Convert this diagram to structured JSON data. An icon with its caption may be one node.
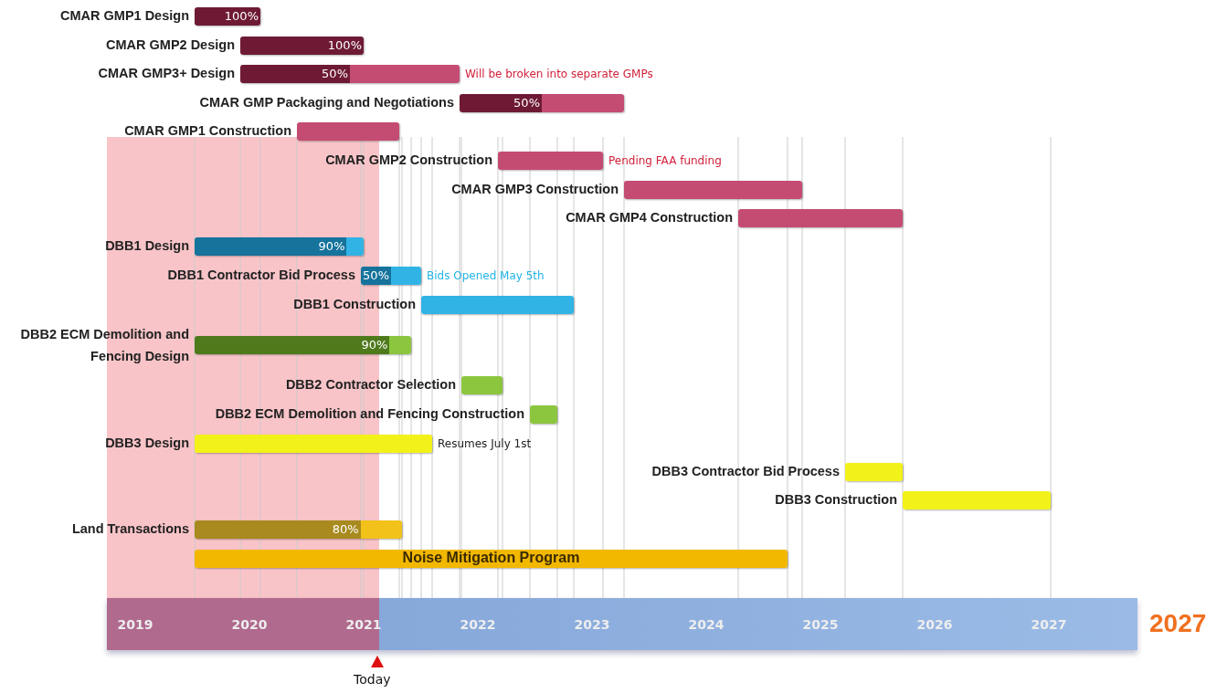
{
  "diagram": {
    "nodes": [
      {
        "text": [
          "100%"
        ],
        "beside": [
          "CMAR GMP1 Design"
        ]
      },
      {
        "text": [
          "100%"
        ],
        "beside": [
          "CMAR GMP2 Design"
        ]
      },
      {
        "text": [
          "50%"
        ],
        "beside": [
          "CMAR GMP3+ Design",
          "Will be broken into separate GMPs"
        ]
      },
      {
        "text": [
          "50%"
        ],
        "beside": [
          "CMAR GMP Packaging and Negotiations"
        ]
      },
      {
        "text": [],
        "shape": "bar",
        "beside": [
          "CMAR GMP1 Construction"
        ]
      },
      {
        "text": [],
        "shape": "bar",
        "beside": [
          "CMAR GMP2 Construction",
          "Pending FAA funding"
        ]
      },
      {
        "text": [],
        "shape": "bar",
        "beside": [
          "CMAR GMP3 Construction"
        ]
      },
      {
        "text": [],
        "shape": "bar",
        "beside": [
          "CMAR GMP4 Construction"
        ]
      },
      {
        "text": [
          "90%"
        ],
        "beside": [
          "DBB1 Design"
        ]
      },
      {
        "text": [
          "50%"
        ],
        "beside": [
          "DBB1 Contractor Bid Process",
          "Bids Opened May 5th"
        ]
      },
      {
        "text": [],
        "shape": "bar",
        "beside": [
          "DBB1 Construction"
        ]
      },
      {
        "text": [
          "90%"
        ],
        "beside": [
          "DBB2 ECM Demolition and Fencing Design"
        ]
      },
      {
        "text": [],
        "shape": "bar",
        "beside": [
          "DBB2 Contractor Selection"
        ]
      },
      {
        "text": [],
        "shape": "bar",
        "beside": [
          "DBB2 ECM Demolition and Fencing Construction"
        ]
      },
      {
        "text": [],
        "shape": "bar",
        "beside": [
          "DBB3 Design",
          "Resumes July 1st"
        ]
      },
      {
        "text": [],
        "shape": "bar",
        "beside": [
          "DBB3 Contractor Bid Process"
        ]
      },
      {
        "text": [],
        "shape": "bar",
        "beside": [
          "DBB3 Construction"
        ]
      },
      {
        "text": [
          "80%"
        ],
        "beside": [
          "Land Transactions"
        ]
      },
      {
        "text": [
          "Noise Mitigation Program"
        ]
      }
    ],
    "labels": [
      "2019",
      "2020",
      "2021",
      "2022",
      "2023",
      "2024",
      "2025",
      "2026",
      "2027",
      "2027",
      "Today"
    ]
  }
}
